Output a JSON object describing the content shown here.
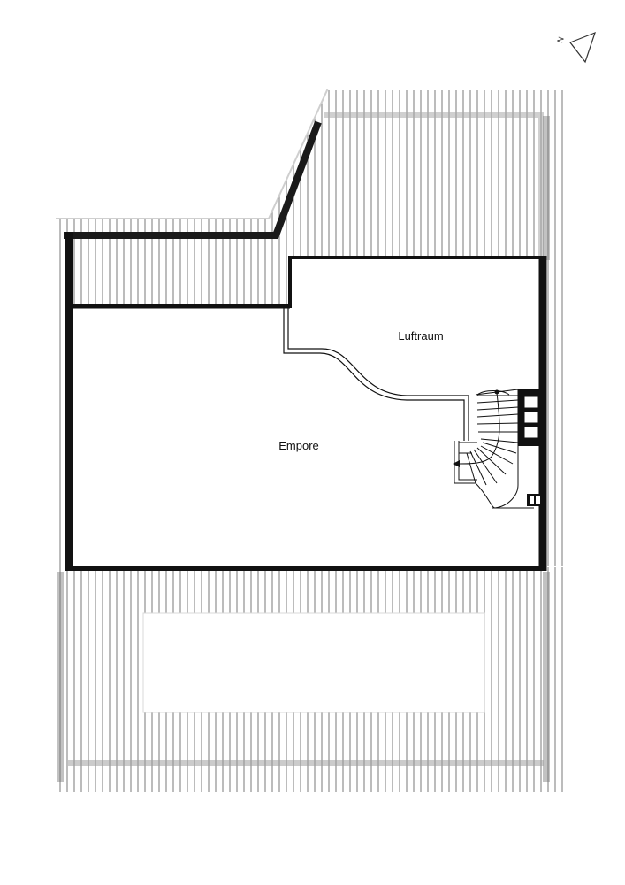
{
  "rooms": {
    "luftraum": "Luftraum",
    "empore": "Empore"
  },
  "compass": {
    "north_letter": "N"
  },
  "colors": {
    "wall": "#111111",
    "roof_line": "#9a9a9a",
    "background": "#ffffff"
  }
}
